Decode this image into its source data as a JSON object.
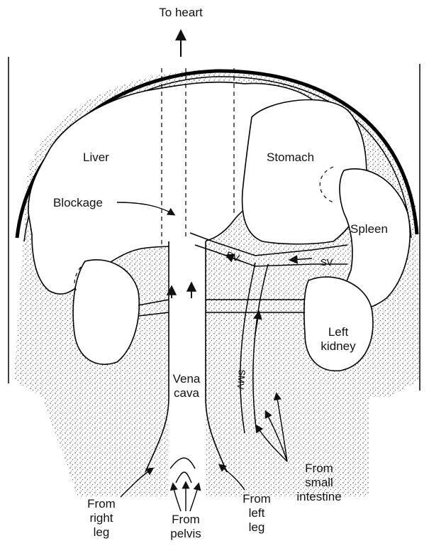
{
  "labels": {
    "to_heart": "To heart",
    "liver": "Liver",
    "stomach": "Stomach",
    "blockage": "Blockage",
    "spleen": "Spleen",
    "pv": "PV",
    "sv": "SV",
    "smv": "SMV",
    "left_kidney": [
      "Left",
      "kidney"
    ],
    "vena_cava": [
      "Vena",
      "cava"
    ],
    "from_small_intestine": [
      "From",
      "small",
      "intestine"
    ],
    "from_right_leg": [
      "From",
      "right",
      "leg"
    ],
    "from_pelvis": [
      "From",
      "pelvis"
    ],
    "from_left_leg": [
      "From",
      "left",
      "leg"
    ]
  }
}
